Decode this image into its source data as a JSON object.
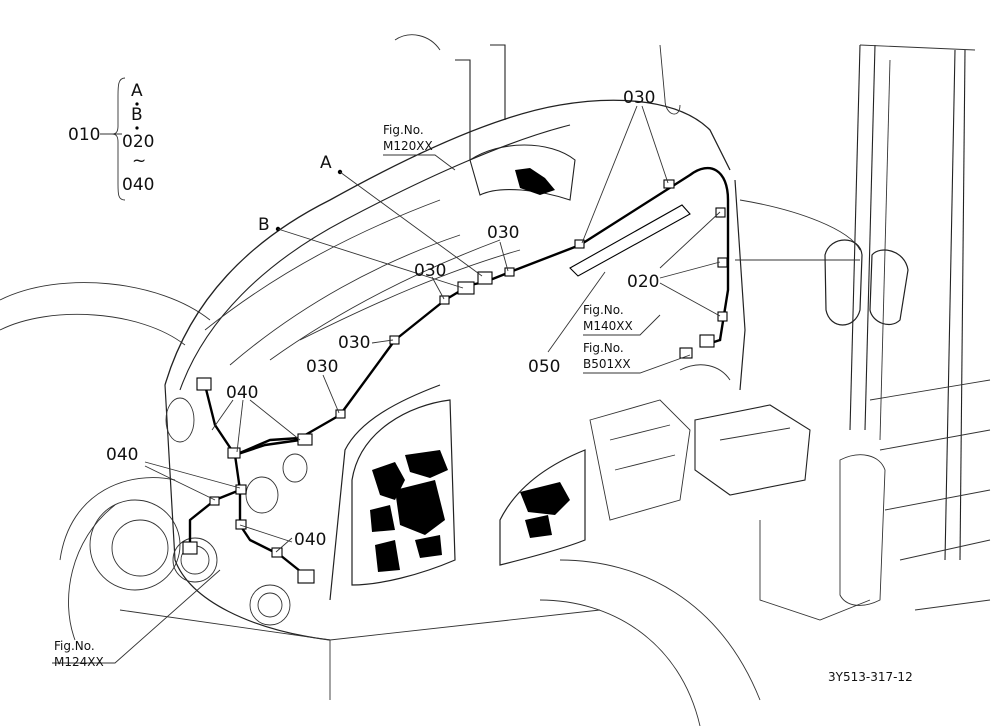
{
  "drawing_code": "3Y513-317-12",
  "legend": {
    "item": "010",
    "members": [
      "A",
      "B",
      "020",
      "~",
      "040"
    ]
  },
  "callouts": [
    {
      "id": "A",
      "text": "A"
    },
    {
      "id": "B",
      "text": "B"
    },
    {
      "id": "c030a",
      "text": "030"
    },
    {
      "id": "c030b",
      "text": "030"
    },
    {
      "id": "c030c",
      "text": "030"
    },
    {
      "id": "c030d",
      "text": "030"
    },
    {
      "id": "c030e",
      "text": "030"
    },
    {
      "id": "c020",
      "text": "020"
    },
    {
      "id": "c050",
      "text": "050"
    },
    {
      "id": "c040a",
      "text": "040"
    },
    {
      "id": "c040b",
      "text": "040"
    },
    {
      "id": "c040c",
      "text": "040"
    }
  ],
  "fig_refs": [
    {
      "id": "m120",
      "label": "Fig.No.",
      "code": "M120XX"
    },
    {
      "id": "m140",
      "label": "Fig.No.",
      "code": "M140XX"
    },
    {
      "id": "b501",
      "label": "Fig.No.",
      "code": "B501XX"
    },
    {
      "id": "m124",
      "label": "Fig.No.",
      "code": "M124XX"
    }
  ]
}
